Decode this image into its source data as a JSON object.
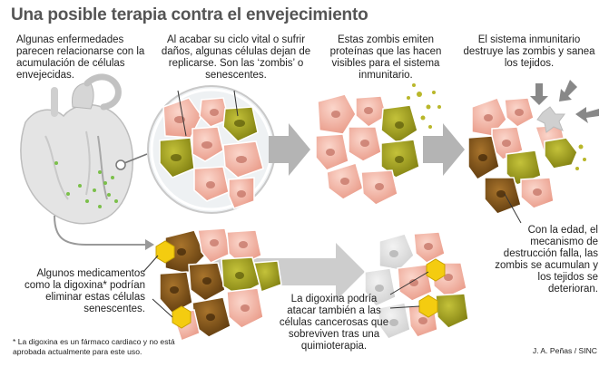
{
  "title": "Una posible terapia contra el envejecimiento",
  "captions": {
    "step1": "Algunas enfermedades parecen relacionarse con la acumulación de células envejecidas.",
    "step2": "Al acabar su ciclo vital o sufrir daños, algunas células dejan de replicarse. Son las ‘zombis’ o senescentes.",
    "step3": "Estas zombis emiten proteínas que las hacen visibles para el sistema inmunitario.",
    "step4": "El sistema inmunitario destruye las zombis y sanea los tejidos.",
    "step5": "Con la edad, el mecanismo de destrucción falla, las zombis se acumulan y los tejidos se deterioran.",
    "drug": "Algunos medicamentos como la digoxina* podrían eliminar estas células senescentes.",
    "cancer": "La digoxina podría atacar también a las células cancerosas que sobreviven tras una quimioterapia."
  },
  "footnote": "* La digoxina es un fármaco cardiaco y no está aprobada actualmente para este uso.",
  "credit": "J. A. Peñas / SINC",
  "colors": {
    "healthy_cell": "#f2b3a3",
    "senescent_cell": "#9b9a1e",
    "accumulated_cell": "#7a4e18",
    "dead_cell": "#e0e0e0",
    "digoxin": "#f4cc10",
    "arrow": "#b4b4b4",
    "title": "#555555"
  }
}
